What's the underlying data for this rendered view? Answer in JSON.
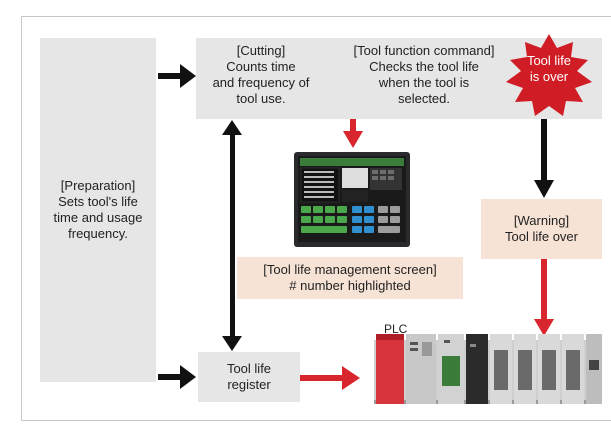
{
  "preparation": {
    "lines": [
      "[Preparation]",
      "Sets tool's life",
      "time and usage",
      "frequency."
    ]
  },
  "cutting": {
    "lines": [
      "[Cutting]",
      "Counts time",
      "and frequency of",
      "tool use."
    ]
  },
  "tool_function_command": {
    "lines": [
      "[Tool function command]",
      "Checks the tool life",
      "when the tool is",
      "selected."
    ]
  },
  "tool_life_over_badge": {
    "lines": [
      "Tool life",
      "is over"
    ]
  },
  "screen_caption": {
    "lines": [
      "[Tool life management screen]",
      "# number highlighted"
    ]
  },
  "warning": {
    "lines": [
      "[Warning]",
      "Tool life over"
    ]
  },
  "register": {
    "lines": [
      "Tool life",
      "register"
    ]
  },
  "plc": {
    "label": "PLC"
  },
  "colors": {
    "red_arrow": "#d9262e",
    "black_arrow": "#111111",
    "starburst": "#d01c24",
    "gray_box": "#e6e6e6",
    "peach_box": "#f7e3d6"
  }
}
